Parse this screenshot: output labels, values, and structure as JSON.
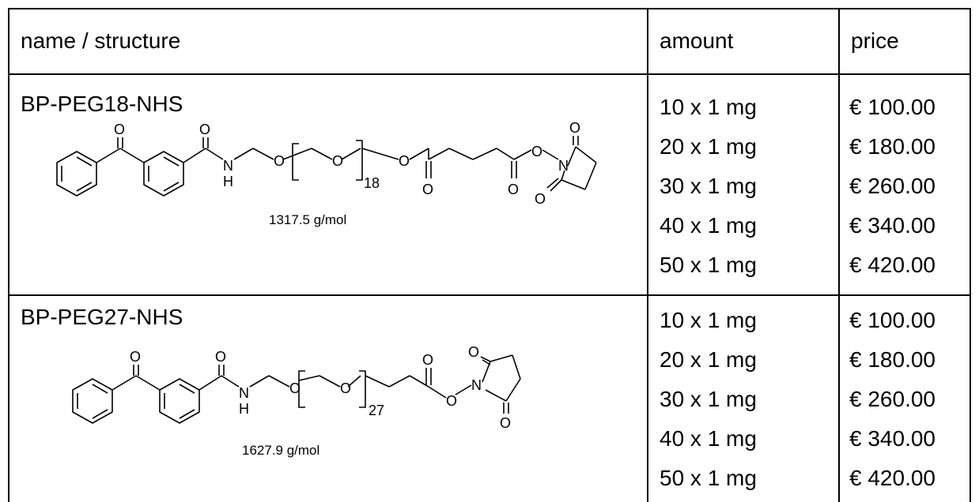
{
  "header": {
    "name": "name / structure",
    "amount": "amount",
    "price": "price"
  },
  "products": [
    {
      "name": "BP-PEG18-NHS",
      "mw": "1317.5 g/mol",
      "peg_n": "18",
      "atoms": {
        "o": "O",
        "n": "N",
        "h": "H"
      },
      "rows": [
        {
          "amount": "10 x 1 mg",
          "price": "€ 100.00"
        },
        {
          "amount": "20 x 1 mg",
          "price": "€ 180.00"
        },
        {
          "amount": "30 x 1 mg",
          "price": "€ 260.00"
        },
        {
          "amount": "40 x 1 mg",
          "price": "€ 340.00"
        },
        {
          "amount": "50 x 1 mg",
          "price": "€ 420.00"
        }
      ]
    },
    {
      "name": "BP-PEG27-NHS",
      "mw": "1627.9 g/mol",
      "peg_n": "27",
      "atoms": {
        "o": "O",
        "n": "N",
        "h": "H"
      },
      "rows": [
        {
          "amount": "10 x 1 mg",
          "price": "€ 100.00"
        },
        {
          "amount": "20 x 1 mg",
          "price": "€ 180.00"
        },
        {
          "amount": "30 x 1 mg",
          "price": "€ 260.00"
        },
        {
          "amount": "40 x 1 mg",
          "price": "€ 340.00"
        },
        {
          "amount": "50 x 1 mg",
          "price": "€ 420.00"
        }
      ]
    }
  ]
}
